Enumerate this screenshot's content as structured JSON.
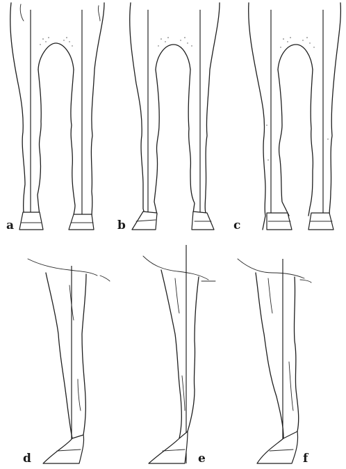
{
  "figure": {
    "panels": [
      {
        "id": "a",
        "label": "a",
        "view": "front",
        "type": "straight"
      },
      {
        "id": "b",
        "label": "b",
        "view": "front",
        "type": "base-narrow"
      },
      {
        "id": "c",
        "label": "c",
        "view": "front",
        "type": "base-wide"
      },
      {
        "id": "d",
        "label": "d",
        "view": "side",
        "type": "straight"
      },
      {
        "id": "e",
        "label": "e",
        "view": "side",
        "type": "camped-under"
      },
      {
        "id": "f",
        "label": "f",
        "view": "side",
        "type": "camped-out"
      }
    ],
    "colors": {
      "ink": "#1e1e1e",
      "background": "#ffffff"
    }
  }
}
